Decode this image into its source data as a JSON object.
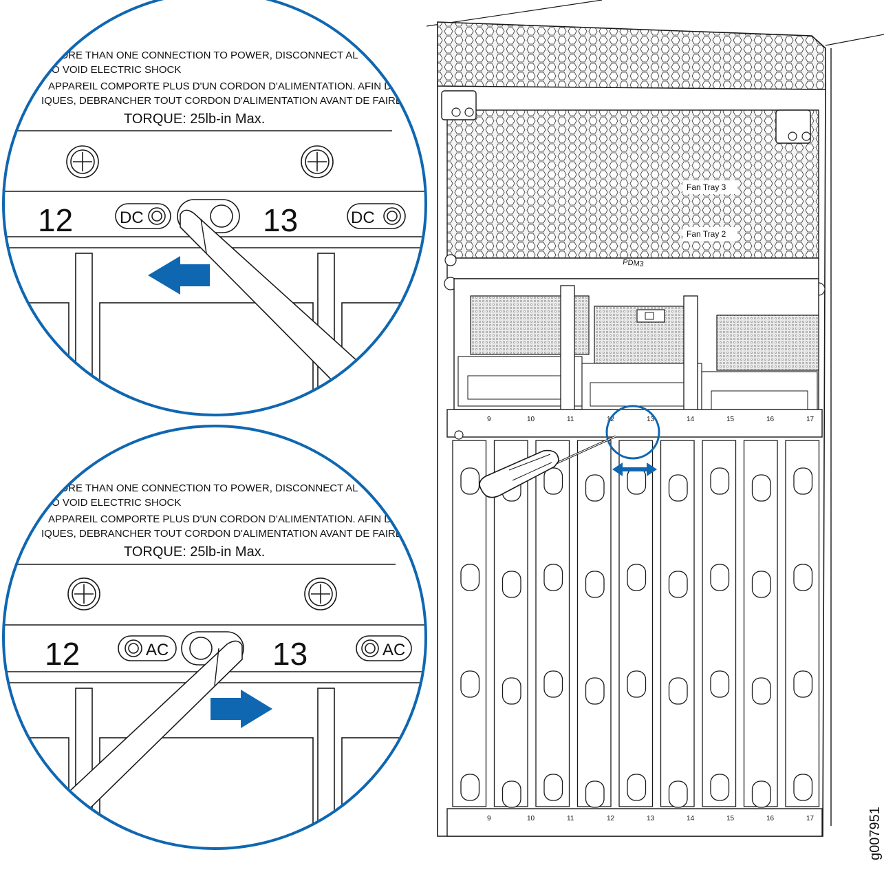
{
  "figure_id": "g007951",
  "chassis": {
    "fan_tray_3": "Fan Tray 3",
    "fan_tray_2": "Fan Tray 2",
    "pdm": "PDM3",
    "slots_row_top": [
      "9",
      "10",
      "11",
      "12",
      "13",
      "14",
      "15",
      "16",
      "17"
    ],
    "slots_row_bottom": [
      "9",
      "10",
      "11",
      "12",
      "13",
      "14",
      "15",
      "16",
      "17"
    ]
  },
  "detail_top": {
    "warning_line1": "MORE THAN ONE CONNECTION TO POWER, DISCONNECT AL",
    "warning_line2": "O VOID ELECTRIC SHOCK",
    "warning_line3": "APPAREIL COMPORTE PLUS D'UN CORDON D'ALIMENTATION. AFIN DE PREVE",
    "warning_line4": "IQUES, DEBRANCHER TOUT CORDON D'ALIMENTATION AVANT DE FAIRE LE DEPAN",
    "torque": "TORQUE: 25lb-in Max.",
    "slot_left": "12",
    "slot_right": "13",
    "mode_left": "DC",
    "mode_right": "DC"
  },
  "detail_bottom": {
    "warning_line1": "MORE THAN ONE CONNECTION TO POWER, DISCONNECT AL",
    "warning_line2": "O VOID ELECTRIC SHOCK",
    "warning_line3": "APPAREIL COMPORTE PLUS D'UN CORDON D'ALIMENTATION. AFIN DE PREVE",
    "warning_line4": "IQUES, DEBRANCHER TOUT CORDON D'ALIMENTATION AVANT DE FAIRE LE DEPAN",
    "torque": "TORQUE: 25lb-in Max.",
    "slot_left": "12",
    "slot_right": "13",
    "mode_left": "AC",
    "mode_right": "AC"
  },
  "colors": {
    "accent_blue": "#0f67b1",
    "line": "#1a1a1a",
    "metal": "#f2f2f2"
  }
}
